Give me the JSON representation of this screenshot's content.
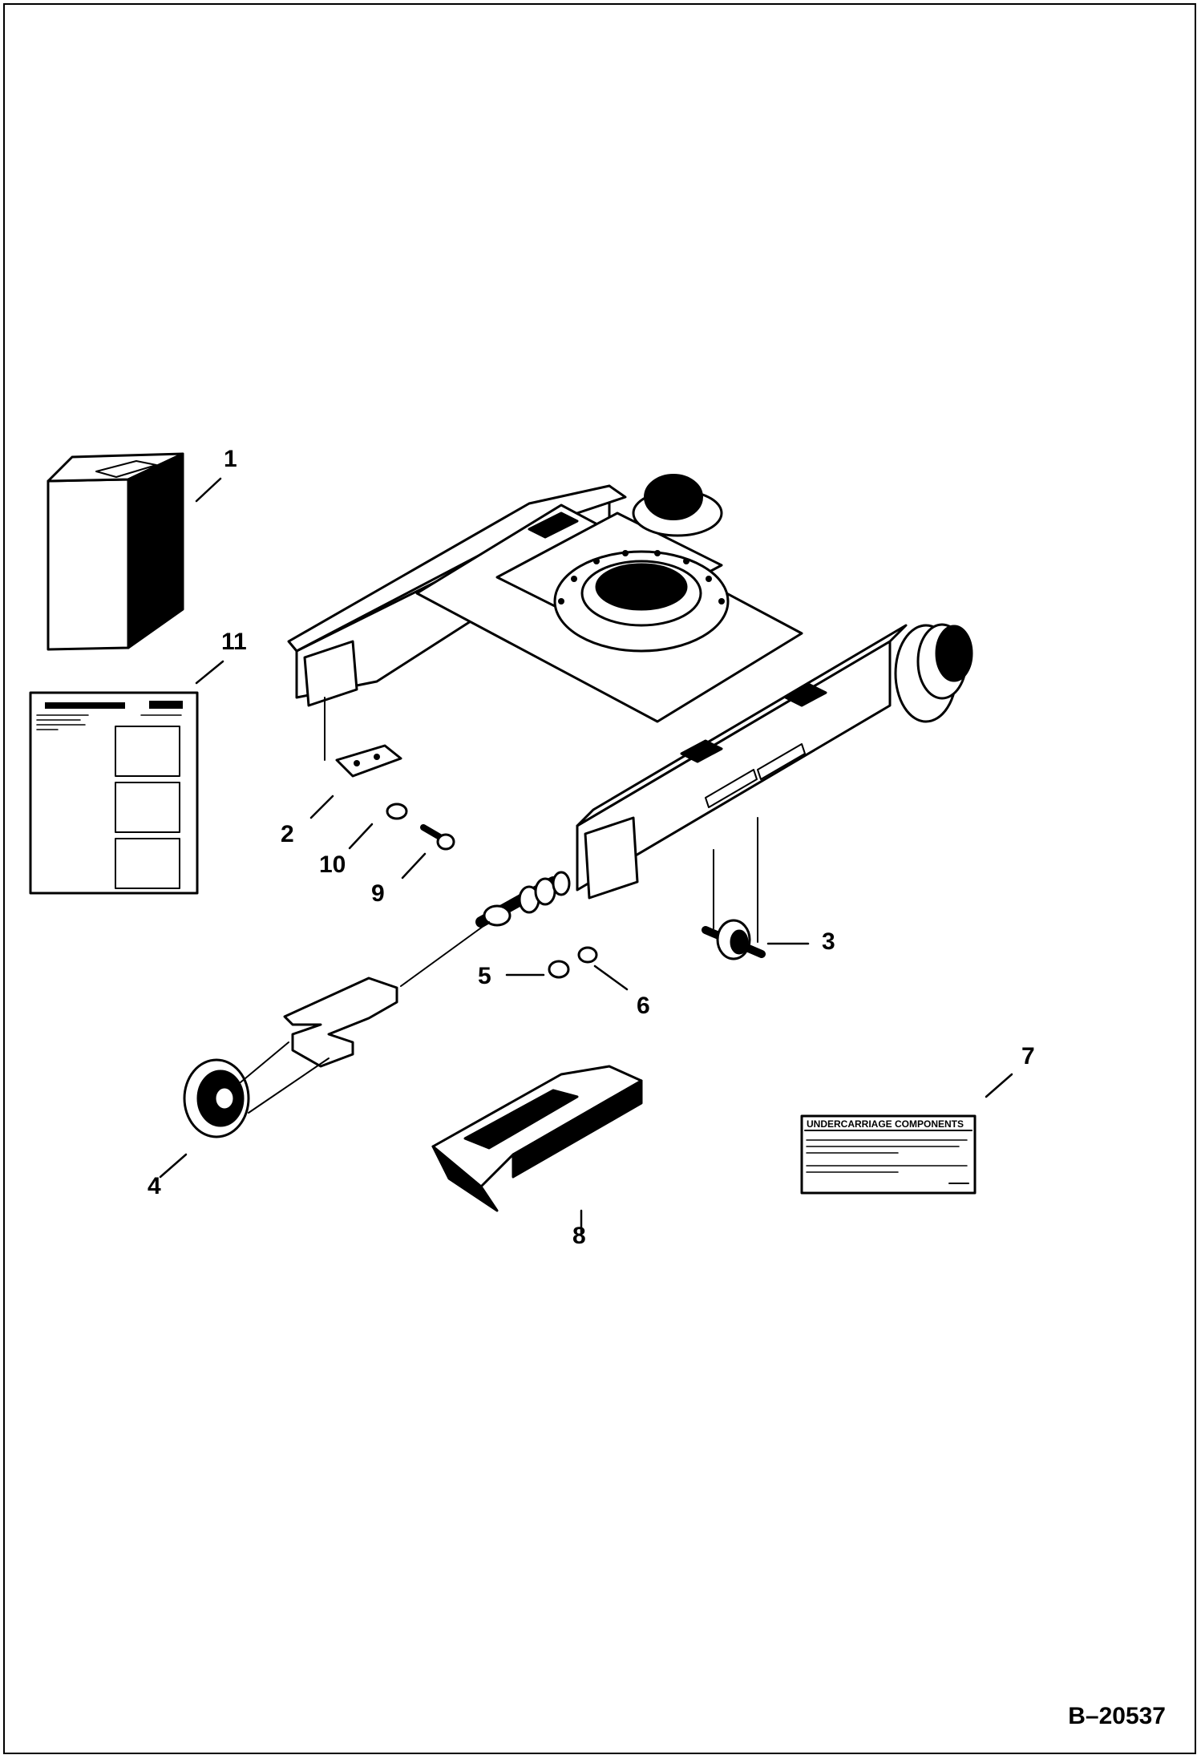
{
  "document_id": "B–20537",
  "callouts": {
    "c1": "1",
    "c2": "2",
    "c3": "3",
    "c4": "4",
    "c5": "5",
    "c6": "6",
    "c7": "7",
    "c8": "8",
    "c9": "9",
    "c10": "10",
    "c11": "11"
  },
  "instruction_sheet": {
    "title": "INSTRUCTIONS"
  },
  "decal": {
    "title": "UNDERCARRIAGE COMPONENTS"
  },
  "colors": {
    "line": "#000000",
    "background": "#ffffff"
  }
}
